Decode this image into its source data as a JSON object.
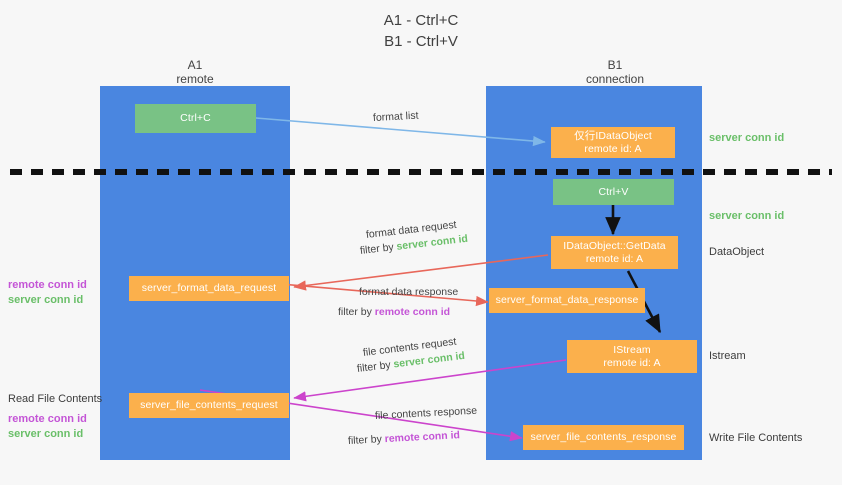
{
  "title": {
    "line1": "A1 - Ctrl+C",
    "line2": "B1 - Ctrl+V"
  },
  "lanes": [
    {
      "name": "A1",
      "sub": "remote",
      "color": "#4a86e0"
    },
    {
      "name": "B1",
      "sub": "connection",
      "color": "#4a86e0"
    }
  ],
  "colors": {
    "lane": "#4a86e0",
    "green_box": "#79c285",
    "orange_box": "#fbb04c",
    "server_conn_id": "#6abf69",
    "remote_conn_id": "#c455d6",
    "arrow_blue": "#7fb7e8",
    "arrow_red": "#e8675a",
    "arrow_magenta": "#cc44cc",
    "arrow_dark": "#111111",
    "divider": "#111111"
  },
  "boxes": {
    "ctrl_c": {
      "line1": "Ctrl+C",
      "line2": ""
    },
    "idataobject_top": {
      "line1": "仅行IDataObject",
      "line2": "remote id: A"
    },
    "ctrl_v": {
      "line1": "Ctrl+V",
      "line2": ""
    },
    "getdata": {
      "line1": "IDataObject::GetData",
      "line2": "remote id: A"
    },
    "server_format_data_request": {
      "line1": "server_format_data_request",
      "line2": ""
    },
    "server_format_data_response": {
      "line1": "server_format_data_response",
      "line2": ""
    },
    "istream": {
      "line1": "IStream",
      "line2": "remote id: A"
    },
    "server_file_contents_request": {
      "line1": "server_file_contents_request",
      "line2": ""
    },
    "server_file_contents_response": {
      "line1": "server_file_contents_response",
      "line2": ""
    }
  },
  "edge_labels": {
    "format_list": "format list",
    "format_data_request": "format data request",
    "format_data_request_filter_prefix": "filter by ",
    "format_data_request_filter_value": "server conn id",
    "format_data_response": "format data response",
    "format_data_response_filter_prefix": "filter by ",
    "format_data_response_filter_value": "remote conn id",
    "file_contents_request": "file contents request",
    "file_contents_request_filter_prefix": "filter by ",
    "file_contents_request_filter_value": "server conn id",
    "file_contents_response": "file contents response",
    "file_contents_response_filter_prefix": "filter by ",
    "file_contents_response_filter_value": "remote conn id"
  },
  "right_notes": {
    "server_conn_id_1": "server conn id",
    "server_conn_id_2": "server conn id",
    "dataobject": "DataObject",
    "istream": "Istream",
    "write_file_contents": "Write File Contents"
  },
  "left_notes": {
    "remote_conn_id_1": "remote conn id",
    "server_conn_id_1": "server conn id",
    "read_file_contents": "Read File Contents",
    "remote_conn_id_2": "remote conn id",
    "server_conn_id_2": "server conn id"
  }
}
